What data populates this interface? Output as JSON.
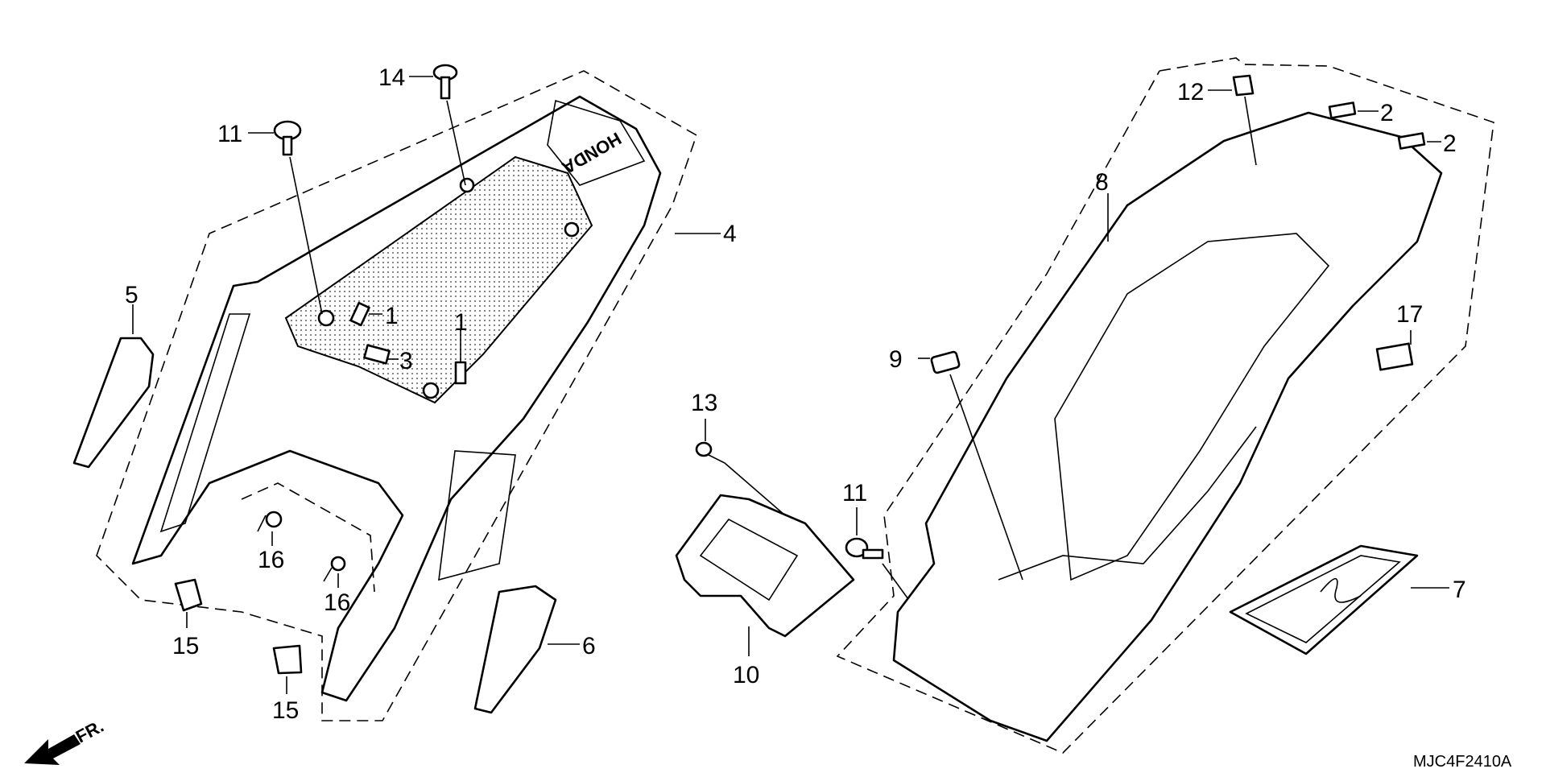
{
  "diagram": {
    "callouts": [
      {
        "id": "c1a",
        "label": "1"
      },
      {
        "id": "c1b",
        "label": "1"
      },
      {
        "id": "c2a",
        "label": "2"
      },
      {
        "id": "c2b",
        "label": "2"
      },
      {
        "id": "c3",
        "label": "3"
      },
      {
        "id": "c4",
        "label": "4"
      },
      {
        "id": "c5",
        "label": "5"
      },
      {
        "id": "c6",
        "label": "6"
      },
      {
        "id": "c7",
        "label": "7"
      },
      {
        "id": "c8",
        "label": "8"
      },
      {
        "id": "c9",
        "label": "9"
      },
      {
        "id": "c10",
        "label": "10"
      },
      {
        "id": "c11a",
        "label": "11"
      },
      {
        "id": "c11b",
        "label": "11"
      },
      {
        "id": "c12",
        "label": "12"
      },
      {
        "id": "c13",
        "label": "13"
      },
      {
        "id": "c14",
        "label": "14"
      },
      {
        "id": "c15a",
        "label": "15"
      },
      {
        "id": "c15b",
        "label": "15"
      },
      {
        "id": "c16a",
        "label": "16"
      },
      {
        "id": "c16b",
        "label": "16"
      },
      {
        "id": "c17",
        "label": "17"
      }
    ],
    "front_arrow_label": "FR.",
    "diagram_code": "MJC4F2410A",
    "seat_cowl_lettering": "HONDA"
  }
}
